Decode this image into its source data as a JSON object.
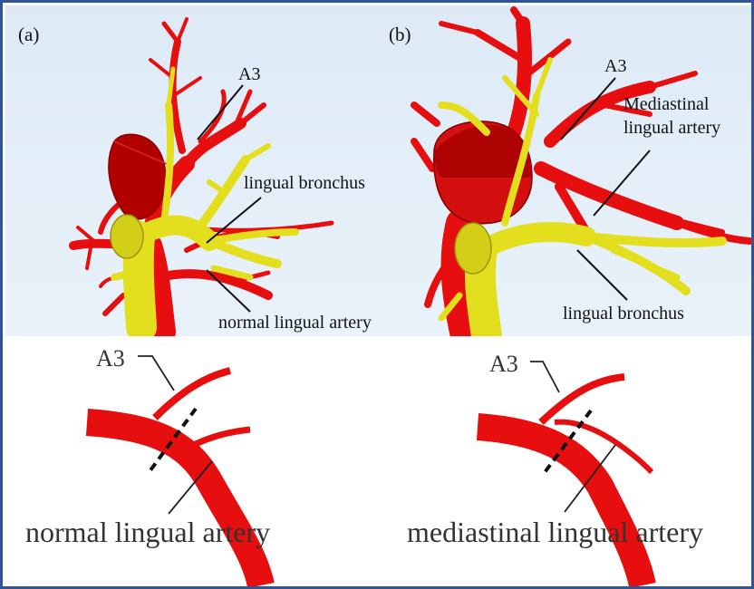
{
  "figure": {
    "panel_a": {
      "letter": "(a)",
      "labels": {
        "a3": "A3",
        "lingual_bronchus": "lingual bronchus",
        "normal_lingual_artery": "normal lingual artery"
      }
    },
    "panel_b": {
      "letter": "(b)",
      "labels": {
        "a3": "A3",
        "mediastinal_line1": "Mediastinal",
        "mediastinal_line2": "lingual artery",
        "lingual_bronchus": "lingual bronchus"
      }
    },
    "diagram_a": {
      "a3": "A3",
      "caption": "normal lingual artery"
    },
    "diagram_b": {
      "a3": "A3",
      "caption": "mediastinal lingual artery"
    }
  },
  "colors": {
    "border": "#2f5597",
    "artery": "#e60e0e",
    "artery_dark": "#b10000",
    "bronchus": "#e3df1e",
    "bronchus_dark": "#bdb70e",
    "background_3d": "#e2edf7"
  }
}
